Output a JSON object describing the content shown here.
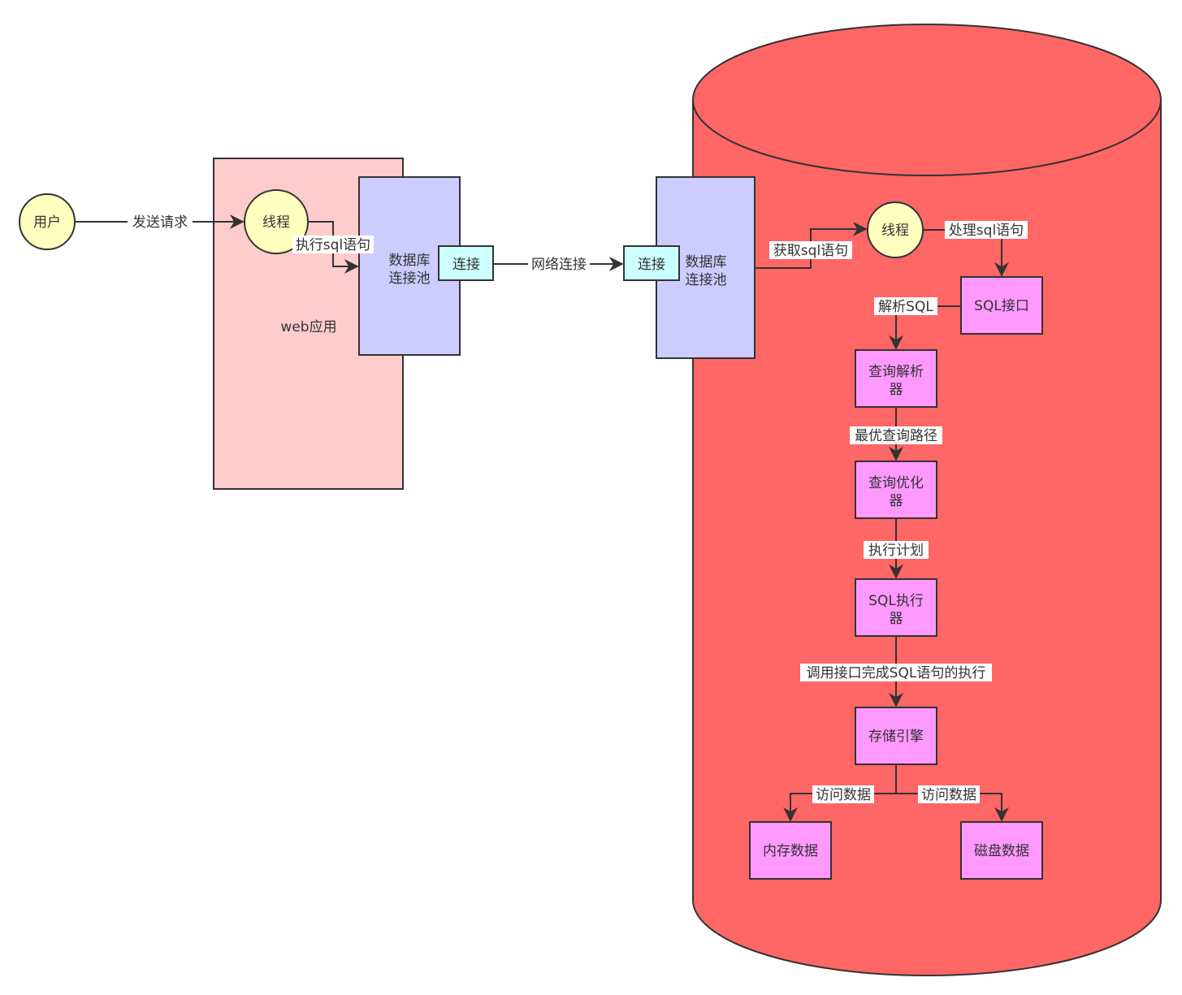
{
  "nodes": {
    "user": "用户",
    "web_thread": "线程",
    "web_app": "web应用",
    "web_pool_line1": "数据库",
    "web_pool_line2": "连接池",
    "web_conn": "连接",
    "db_conn": "连接",
    "db_pool_line1": "数据库",
    "db_pool_line2": "连接池",
    "db_thread": "线程",
    "sql_interface": "SQL接口",
    "parser_line1": "查询解析",
    "parser_line2": "器",
    "optimizer_line1": "查询优化",
    "optimizer_line2": "器",
    "executor_line1": "SQL执行",
    "executor_line2": "器",
    "storage_engine": "存储引擎",
    "memory_data": "内存数据",
    "disk_data": "磁盘数据"
  },
  "edges": {
    "send_request": "发送请求",
    "exec_sql": "执行sql语句",
    "network_conn": "网络连接",
    "get_sql": "获取sql语句",
    "process_sql": "处理sql语句",
    "parse_sql": "解析SQL",
    "best_path": "最优查询路径",
    "exec_plan": "执行计划",
    "call_interface": "调用接口完成SQL语句的执行",
    "access_data_left": "访问数据",
    "access_data_right": "访问数据"
  },
  "colors": {
    "user_fill": "#ffffc0",
    "web_app_fill": "#ffcccc",
    "pool_fill": "#ccccff",
    "conn_fill": "#ccffff",
    "db_cylinder_fill": "#ff6666",
    "component_fill": "#ff99ff",
    "stroke": "#333333"
  }
}
